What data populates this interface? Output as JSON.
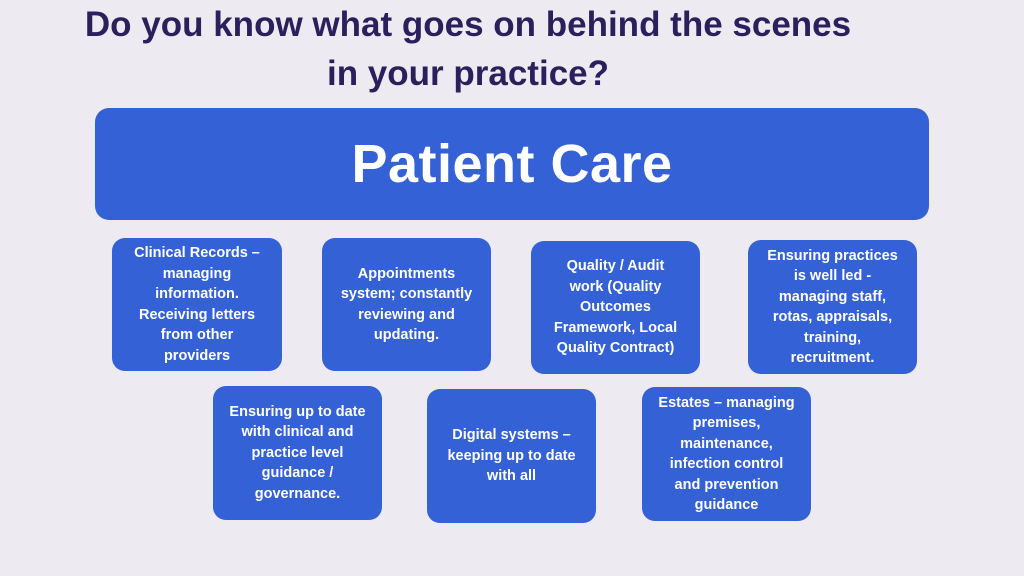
{
  "title": {
    "line1": "Do you know what goes on behind the scenes",
    "line2": "in your practice?"
  },
  "banner": {
    "label": "Patient Care"
  },
  "boxes": [
    {
      "text": "Clinical Records –\nmanaging\ninformation.\nReceiving letters\nfrom other\nproviders"
    },
    {
      "text": "Appointments\nsystem; constantly\nreviewing and\nupdating."
    },
    {
      "text": "Quality / Audit\nwork  (Quality\nOutcomes\nFramework, Local\nQuality Contract)"
    },
    {
      "text": "Ensuring practices\nis well led -\nmanaging staff,\nrotas, appraisals,\ntraining,\nrecruitment."
    },
    {
      "text": "Ensuring up to date\nwith clinical and\npractice level\nguidance /\ngovernance."
    },
    {
      "text": "Digital systems –\nkeeping up to date\nwith all"
    },
    {
      "text": "Estates – managing\npremises,\nmaintenance,\ninfection control\nand prevention\nguidance"
    }
  ],
  "colors": {
    "background": "#edeaf2",
    "title": "#2b1f5c",
    "box": "#3461d6",
    "box_text": "#ffffff"
  }
}
